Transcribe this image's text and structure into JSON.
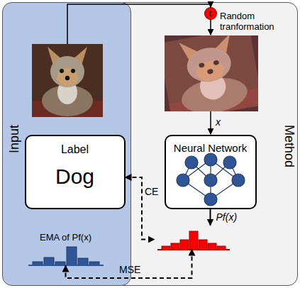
{
  "diagram": {
    "nodes": [
      {
        "text": [
          "Input"
        ]
      },
      {
        "text": [
          "Method"
        ]
      },
      {
        "text": [
          "t"
        ],
        "in": 1
      },
      {
        "text": [
          "Label",
          "Dog"
        ],
        "in": 0
      },
      {
        "text": [
          "Neural Network"
        ],
        "in": 1
      },
      {
        "text": [
          "Pf(x)"
        ],
        "in": 1
      },
      {
        "text": [
          "EMA of Pf(x)"
        ],
        "in": 0
      }
    ],
    "edges": [
      {
        "from": 4,
        "to": 5,
        "arrow": "to"
      },
      {
        "from": 3,
        "to": 5,
        "label": "CE",
        "arrow": "both"
      },
      {
        "from": 5,
        "to": 6,
        "label": "MSE",
        "arrow": "both"
      }
    ],
    "labels": [
      "Random tranformation",
      "x"
    ]
  }
}
